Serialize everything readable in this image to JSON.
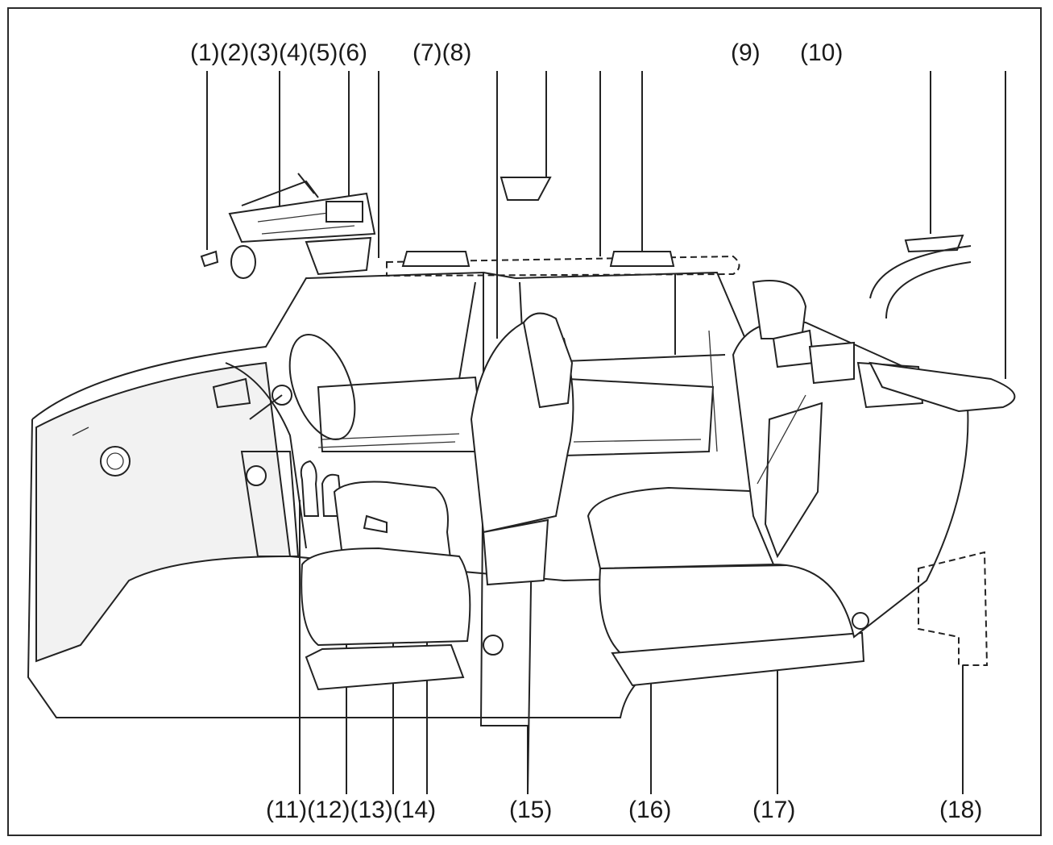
{
  "callouts": {
    "top": [
      "(1)(2)(3)(4)(5)(6)",
      "(7)(8)",
      "(9)",
      "(10)"
    ],
    "bottom": [
      "(11)(12)(13)(14)",
      "(15)",
      "(16)",
      "(17)",
      "(18)"
    ]
  },
  "colors": {
    "ink": "#222222",
    "paper": "#ffffff",
    "shade": "#f2f2f2"
  }
}
